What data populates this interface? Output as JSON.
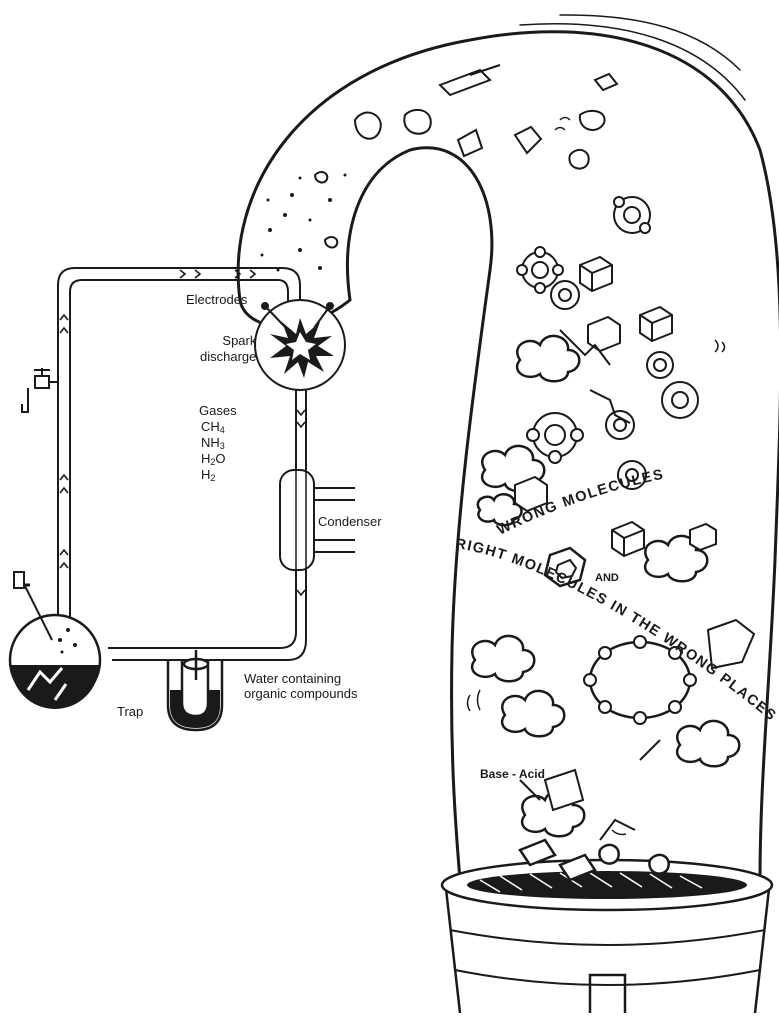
{
  "labels": {
    "electrodes": "Electrodes",
    "spark_line1": "Spark",
    "spark_line2": "discharge",
    "gases_title": "Gases",
    "gas_ch4": {
      "base": "CH",
      "sub": "4"
    },
    "gas_nh3": {
      "base": "NH",
      "sub": "3"
    },
    "gas_h2o": {
      "base": "H",
      "sub": "2",
      "tail": "O"
    },
    "gas_h2": {
      "base": "H",
      "sub": "2"
    },
    "condenser": "Condenser",
    "water_line1": "Water containing",
    "water_line2": "organic compounds",
    "trap": "Trap",
    "wrong_molecules": "WRONG MOLECULES",
    "and": "AND",
    "right_molecules": "RIGHT MOLECULES IN THE WRONG PLACES",
    "base_acid": "Base - Acid"
  }
}
